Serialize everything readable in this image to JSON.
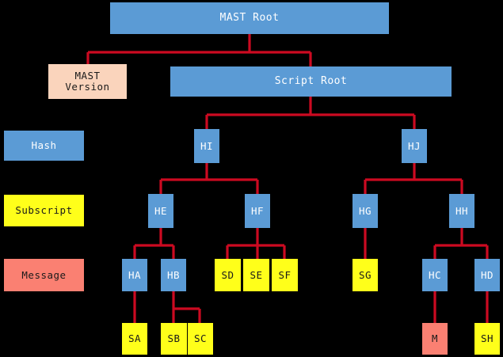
{
  "diagram": {
    "title_node": "MAST Root",
    "edge_color": "#cc0a21",
    "background_color": "#000000",
    "colors": {
      "hash": "#5b9bd5",
      "subscript": "#ffff1a",
      "message": "#fa8072",
      "mast_version": "#fad4bc"
    },
    "legend": [
      {
        "key": "hash",
        "label": "Hash"
      },
      {
        "key": "subscript",
        "label": "Subscript"
      },
      {
        "key": "message",
        "label": "Message"
      }
    ],
    "nodes": [
      {
        "id": "mast_root",
        "label": "MAST Root",
        "type": "hash"
      },
      {
        "id": "mast_version",
        "label": "MAST\nVersion",
        "type": "version"
      },
      {
        "id": "script_root",
        "label": "Script Root",
        "type": "hash"
      },
      {
        "id": "HI",
        "label": "HI",
        "type": "hash"
      },
      {
        "id": "HJ",
        "label": "HJ",
        "type": "hash"
      },
      {
        "id": "HE",
        "label": "HE",
        "type": "hash"
      },
      {
        "id": "HF",
        "label": "HF",
        "type": "hash"
      },
      {
        "id": "HG",
        "label": "HG",
        "type": "hash"
      },
      {
        "id": "HH",
        "label": "HH",
        "type": "hash"
      },
      {
        "id": "HA",
        "label": "HA",
        "type": "hash"
      },
      {
        "id": "HB",
        "label": "HB",
        "type": "hash"
      },
      {
        "id": "SD",
        "label": "SD",
        "type": "subscript"
      },
      {
        "id": "SE",
        "label": "SE",
        "type": "subscript"
      },
      {
        "id": "SF",
        "label": "SF",
        "type": "subscript"
      },
      {
        "id": "SG",
        "label": "SG",
        "type": "subscript"
      },
      {
        "id": "HC",
        "label": "HC",
        "type": "hash"
      },
      {
        "id": "HD",
        "label": "HD",
        "type": "hash"
      },
      {
        "id": "SA",
        "label": "SA",
        "type": "subscript"
      },
      {
        "id": "SB",
        "label": "SB",
        "type": "subscript"
      },
      {
        "id": "SC",
        "label": "SC",
        "type": "subscript"
      },
      {
        "id": "M",
        "label": "M",
        "type": "message"
      },
      {
        "id": "SH",
        "label": "SH",
        "type": "subscript"
      }
    ],
    "edges": [
      {
        "from": "mast_root",
        "to": "mast_version"
      },
      {
        "from": "mast_root",
        "to": "script_root"
      },
      {
        "from": "script_root",
        "to": "HI"
      },
      {
        "from": "script_root",
        "to": "HJ"
      },
      {
        "from": "HI",
        "to": "HE"
      },
      {
        "from": "HI",
        "to": "HF"
      },
      {
        "from": "HJ",
        "to": "HG"
      },
      {
        "from": "HJ",
        "to": "HH"
      },
      {
        "from": "HE",
        "to": "HA"
      },
      {
        "from": "HE",
        "to": "HB"
      },
      {
        "from": "HF",
        "to": "SD"
      },
      {
        "from": "HF",
        "to": "SE"
      },
      {
        "from": "HF",
        "to": "SF"
      },
      {
        "from": "HG",
        "to": "SG"
      },
      {
        "from": "HH",
        "to": "HC"
      },
      {
        "from": "HH",
        "to": "HD"
      },
      {
        "from": "HA",
        "to": "SA"
      },
      {
        "from": "HB",
        "to": "SB"
      },
      {
        "from": "HB",
        "to": "SC"
      },
      {
        "from": "HC",
        "to": "M"
      },
      {
        "from": "HD",
        "to": "SH"
      }
    ]
  }
}
